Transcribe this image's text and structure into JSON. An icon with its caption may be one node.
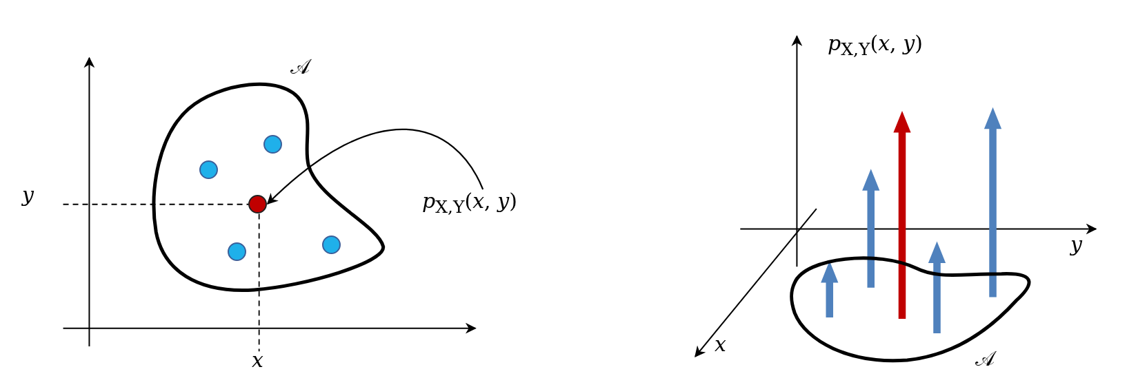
{
  "diagram": {
    "nodes": [
      {
        "text": [
          "𝒜"
        ]
      },
      {
        "text": [],
        "shape": "circle",
        "in": 0
      },
      {
        "text": [],
        "shape": "circle",
        "in": 0
      },
      {
        "text": [],
        "shape": "circle",
        "in": 0
      },
      {
        "text": [],
        "shape": "circle",
        "in": 0
      },
      {
        "text": [],
        "shape": "circle",
        "in": 0
      },
      {
        "text": [
          "*p*$_{X,Y}$(*x*, *y*)"
        ]
      },
      {
        "text": [
          "𝒜"
        ]
      }
    ],
    "edges": [
      {
        "from": 6,
        "to": 3,
        "arrow": "to"
      }
    ],
    "labels": [
      "*y*",
      "*x*",
      "*p*$_{X,Y}$(*x*, *y*)",
      "*y*",
      "*x*"
    ]
  }
}
